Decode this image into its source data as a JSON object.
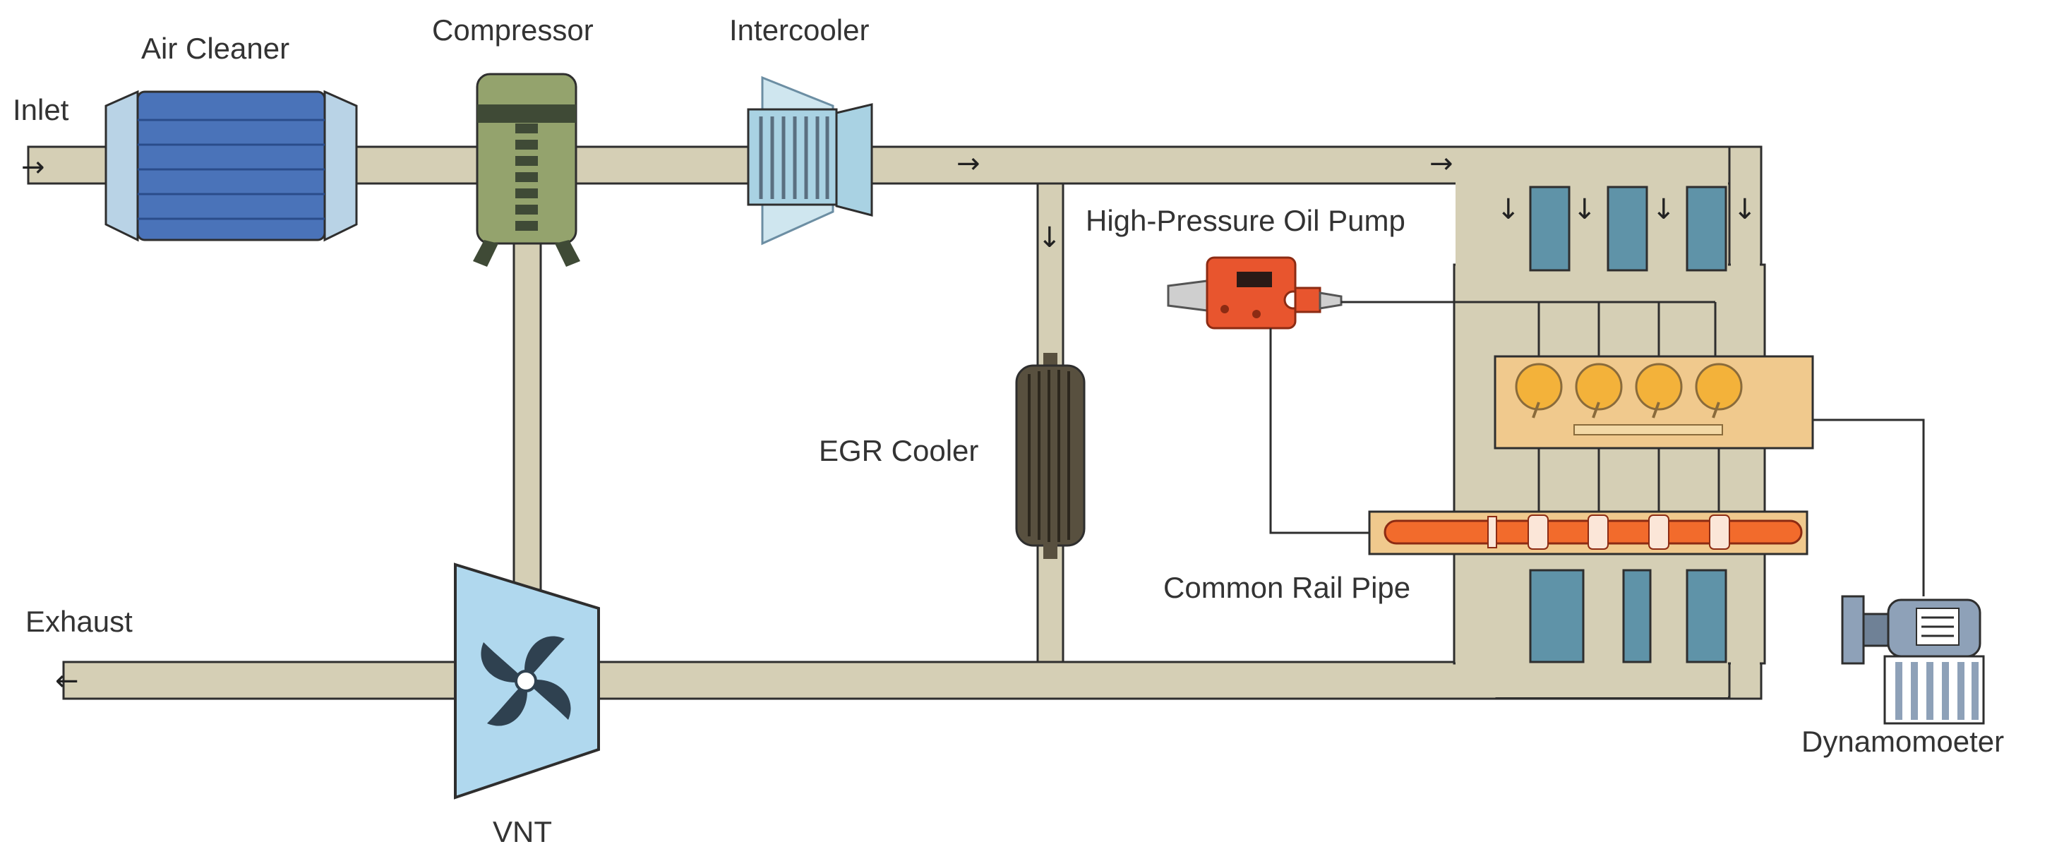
{
  "labels": {
    "inlet": "Inlet",
    "air_cleaner": "Air Cleaner",
    "compressor": "Compressor",
    "intercooler": "Intercooler",
    "high_pressure_oil_pump": "High-Pressure Oil Pump",
    "egr_cooler": "EGR Cooler",
    "common_rail_pipe": "Common Rail Pipe",
    "exhaust": "Exhaust",
    "vnt": "VNT",
    "dynamometer": "Dynamomoeter"
  },
  "arrows": {
    "right": "→",
    "left": "←",
    "down": "↓"
  },
  "colors": {
    "pipe": "#d5cfb5",
    "pipe_edge": "#2e2e2e",
    "air_cleaner_body": "#4a73b9",
    "air_cleaner_end": "#b9d3e6",
    "compressor_body": "#94a36d",
    "compressor_dark": "#3f4a36",
    "intercooler_fin": "#a9d2e3",
    "intercooler_core": "#5a6f80",
    "egr_cooler": "#58503f",
    "oil_pump": "#e8552e",
    "rail": "#f26b2c",
    "engine_block": "#f0c98d",
    "injector": "#f3b23a",
    "port": "#5f93a8",
    "vnt_body": "#b0d8ee",
    "vnt_rotor": "#2f4150",
    "dyno_body": "#8ea1b8"
  }
}
